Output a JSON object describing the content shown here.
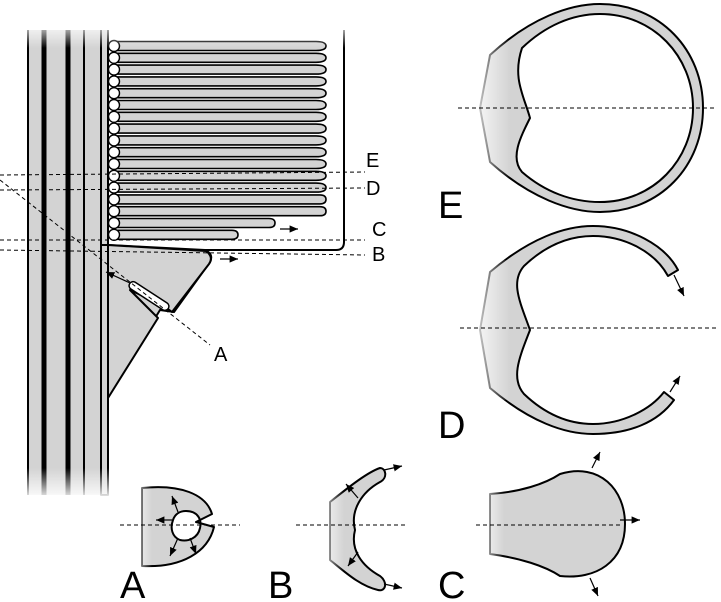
{
  "labels": {
    "section_a": "A",
    "section_b": "B",
    "section_c": "C",
    "section_d": "D",
    "section_e": "E",
    "panel_a": "A",
    "panel_b": "B",
    "panel_c": "C",
    "panel_d": "D",
    "panel_e": "E"
  },
  "colors": {
    "fill": "#d3d3d3",
    "stroke": "#000000"
  }
}
